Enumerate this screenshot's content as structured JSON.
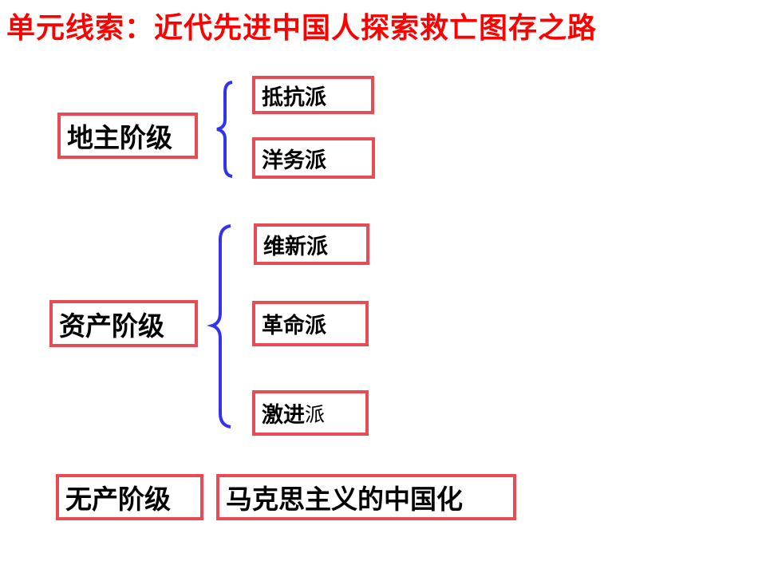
{
  "title": "单元线索：近代先进中国人探索救亡图存之路",
  "colors": {
    "title": "#ff0000",
    "box_border": "#e74b53",
    "brace": "#3333ee"
  },
  "groups": [
    {
      "label": "地主阶级",
      "branches": [
        "抵抗派",
        "洋务派"
      ]
    },
    {
      "label": "资产阶级",
      "branches": [
        "维新派",
        "革命派"
      ],
      "last_branch": {
        "main": "激进",
        "suffix": "派"
      }
    },
    {
      "label": "无产阶级",
      "result": "马克思主义的中国化"
    }
  ]
}
